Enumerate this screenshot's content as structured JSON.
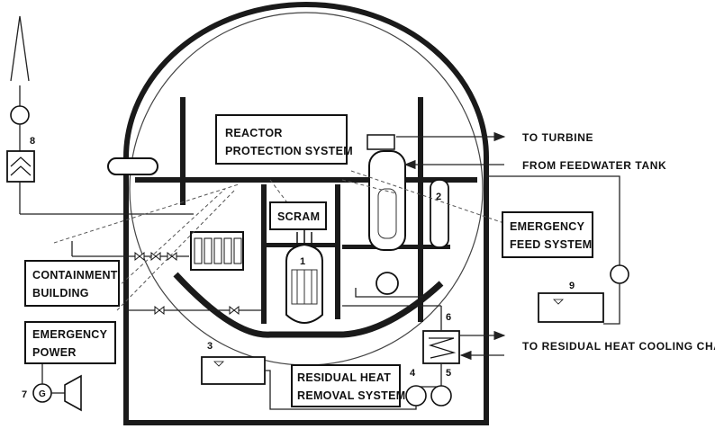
{
  "labels": {
    "reactor_protection_1": "REACTOR",
    "reactor_protection_2": "PROTECTION SYSTEM",
    "scram": "SCRAM",
    "containment_1": "CONTAINMENT",
    "containment_2": "BUILDING",
    "emergency_power_1": "EMERGENCY",
    "emergency_power_2": "POWER",
    "emergency_feed_1": "EMERGENCY",
    "emergency_feed_2": "FEED SYSTEM",
    "residual_heat_1": "RESIDUAL HEAT",
    "residual_heat_2": "REMOVAL SYSTEM"
  },
  "flows": {
    "to_turbine": "TO TURBINE",
    "from_feedwater": "FROM FEEDWATER TANK",
    "to_residual_cooling": "TO RESIDUAL HEAT COOLING CHAIN"
  },
  "numbers": {
    "n1": "1",
    "n2": "2",
    "n3": "3",
    "n4": "4",
    "n5": "5",
    "n6": "6",
    "n7": "7",
    "n8": "8",
    "n9": "9"
  },
  "icons": {
    "generator": "G"
  }
}
